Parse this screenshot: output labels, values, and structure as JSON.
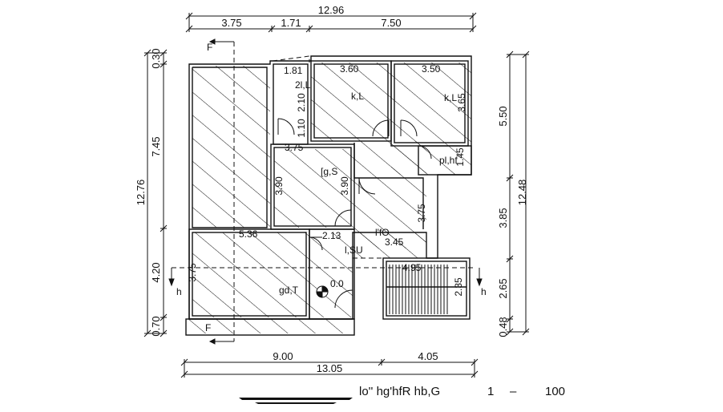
{
  "top_dims": {
    "total": "12.96",
    "a": "3.75",
    "b": "1.71",
    "c": "7.50"
  },
  "bottom_dims": {
    "a": "9.00",
    "b": "4.05",
    "total": "13.05"
  },
  "left_dims": {
    "top": "0.30",
    "mid": "7.45",
    "low": "4.20",
    "bottom": "0.70",
    "total": "12.76"
  },
  "right_dims": {
    "top": "5.50",
    "mid": "3.85",
    "low": "2.65",
    "bottom": "0.48",
    "total": "12.48"
  },
  "room_labels": {
    "kL": "k,L",
    "kL2": "k,L",
    "gs": "[g,S",
    "ifo": "l'fO",
    "lsu": "l,SU",
    "gdt": "gd,T",
    "pl": "pl,hf",
    "d2l": "2l,L"
  },
  "room_dims": {
    "r1": "1.81",
    "r2": "3.60",
    "r3": "3.50",
    "r4": "3.65",
    "r5": "1.10",
    "r6": "2.10",
    "r7": "3.75",
    "r8": "3.90",
    "r9": "3.90",
    "r10": "1.45",
    "r11": "5.36",
    "r12": "2.13",
    "r13": "3.45",
    "r14": "3.75",
    "r15": "4.95",
    "r16": "2.35",
    "r17": "3.75",
    "r18": "0.0"
  },
  "section_marks": {
    "f": "F",
    "h": "h"
  },
  "title": {
    "text": "lo''  hg'hfR  hb,G",
    "scale_a": "1",
    "scale_dash": "–",
    "scale_b": "100"
  }
}
